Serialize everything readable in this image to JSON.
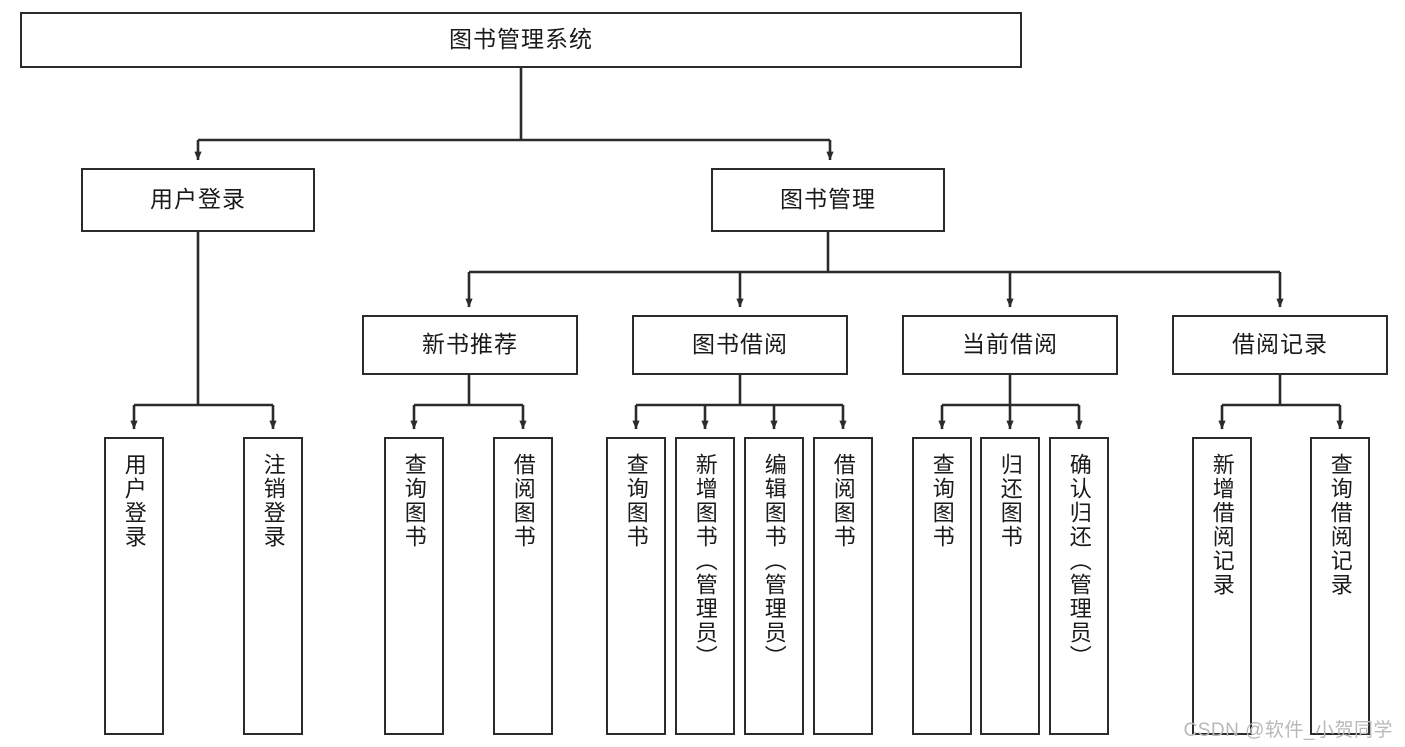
{
  "diagram": {
    "title": "图书管理系统",
    "type": "tree",
    "watermark": "CSDN @软件_小贺同学",
    "colors": {
      "box_border": "#2b2b2b",
      "box_fill": "#ffffff",
      "edge": "#2b2b2b",
      "text": "#1a1a1a",
      "watermark": "#b9b9b9"
    },
    "root": {
      "label": "图书管理系统"
    },
    "level2": [
      {
        "label": "用户登录"
      },
      {
        "label": "图书管理"
      }
    ],
    "level3": [
      {
        "label": "新书推荐"
      },
      {
        "label": "图书借阅"
      },
      {
        "label": "当前借阅"
      },
      {
        "label": "借阅记录"
      }
    ],
    "leaves": {
      "user_login": [
        {
          "label": "用户登录"
        },
        {
          "label": "注销登录"
        }
      ],
      "new_book_recommend": [
        {
          "label": "查询图书"
        },
        {
          "label": "借阅图书"
        }
      ],
      "book_borrow": [
        {
          "label": "查询图书"
        },
        {
          "label": "新增图书（管理员）"
        },
        {
          "label": "编辑图书（管理员）"
        },
        {
          "label": "借阅图书"
        }
      ],
      "current_borrow": [
        {
          "label": "查询图书"
        },
        {
          "label": "归还图书"
        },
        {
          "label": "确认归还（管理员）"
        }
      ],
      "borrow_record": [
        {
          "label": "新增借阅记录"
        },
        {
          "label": "查询借阅记录"
        }
      ]
    }
  }
}
